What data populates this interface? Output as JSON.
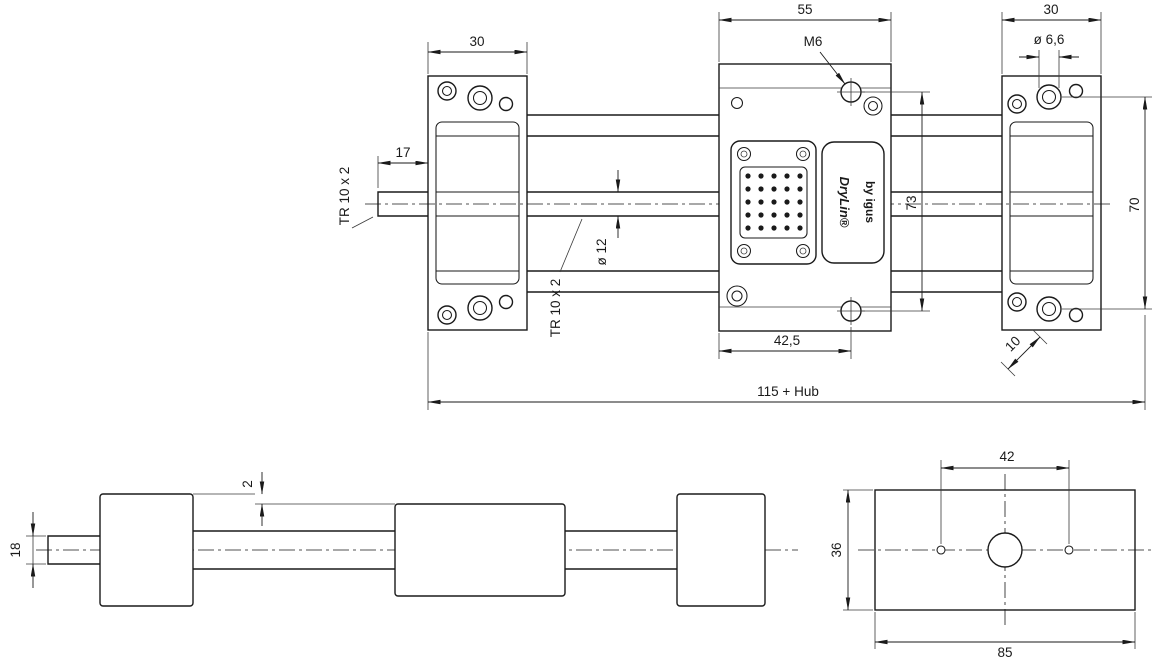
{
  "brand": {
    "line1": "DryLin®",
    "line2": "by igus"
  },
  "top_view": {
    "dim_carriage_width": "55",
    "dim_block_width_left": "30",
    "dim_block_width_right": "30",
    "label_thread": "M6",
    "dim_hole_dia": "ø 6,6",
    "dim_shaft_end": "17",
    "label_leadscrew_left": "TR 10 x 2",
    "label_leadscrew_center": "TR 10 x 2",
    "dim_screw_dia": "ø 12",
    "dim_hole_spacing_carriage": "73",
    "dim_hole_spacing_block": "70",
    "dim_carriage_hole_offset": "42,5",
    "dim_hole_edge_offset": "10",
    "dim_total_length": "115 + Hub"
  },
  "side_view": {
    "dim_shaft_height": "18",
    "dim_step": "2"
  },
  "end_view": {
    "dim_hole_spacing": "42",
    "dim_height": "36",
    "dim_width": "85"
  }
}
